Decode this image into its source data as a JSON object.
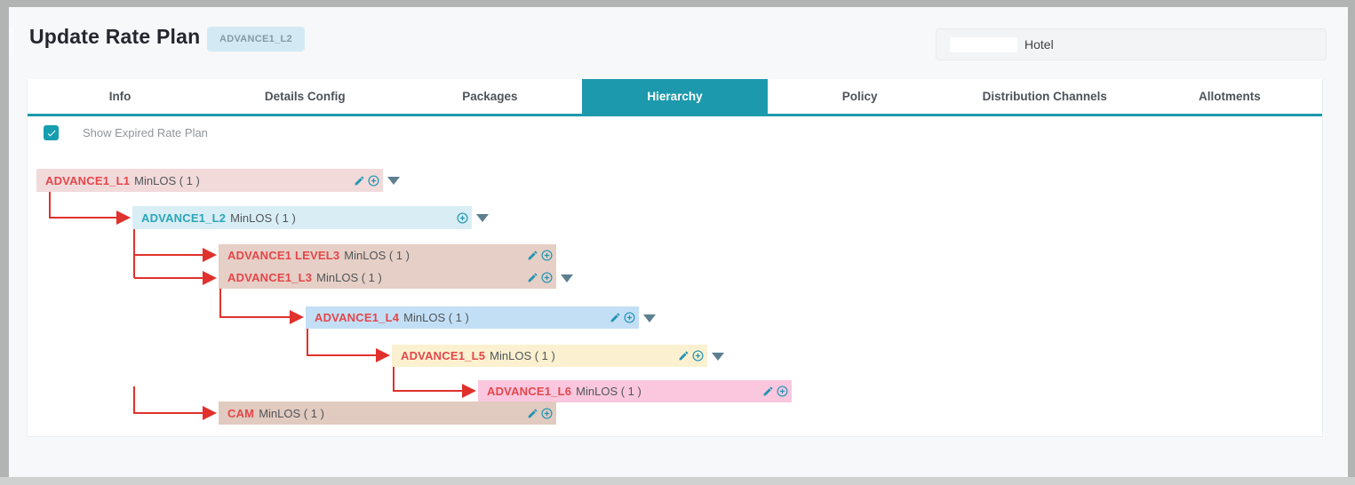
{
  "header": {
    "title": "Update Rate Plan",
    "badge": "ADVANCE1_L2",
    "hotel_label": "Hotel"
  },
  "tabs": {
    "items": [
      "Info",
      "Details Config",
      "Packages",
      "Hierarchy",
      "Policy",
      "Distribution Channels",
      "Allotments"
    ],
    "active": "Hierarchy"
  },
  "filters": {
    "show_expired_label": "Show Expired Rate Plan",
    "checked": true
  },
  "colors": {
    "accent_teal": "#1c99ac",
    "connector_red": "#e0312d",
    "icon_teal": "#2095b3",
    "caret_gray_blue": "#5d7f90"
  },
  "tree": {
    "meta_suffix": "MinLOS ( 1 )",
    "nodes": [
      {
        "id": "l1",
        "name": "ADVANCE1_L1",
        "name_color": "#e4464a",
        "bg": "#f2dadb",
        "edit": true,
        "add": true,
        "expand": true
      },
      {
        "id": "l2",
        "name": "ADVANCE1_L2",
        "name_color": "#2aa6b9",
        "bg": "#d9edf5",
        "edit": false,
        "add": true,
        "expand": true
      },
      {
        "id": "level3",
        "name": "ADVANCE1 LEVEL3",
        "name_color": "#e4464a",
        "bg": "#e6cfc6",
        "edit": true,
        "add": true,
        "expand": false
      },
      {
        "id": "l3",
        "name": "ADVANCE1_L3",
        "name_color": "#e4464a",
        "bg": "#e6cfc6",
        "edit": true,
        "add": true,
        "expand": true
      },
      {
        "id": "l4",
        "name": "ADVANCE1_L4",
        "name_color": "#e4464a",
        "bg": "#c3dff6",
        "edit": true,
        "add": true,
        "expand": true
      },
      {
        "id": "l5",
        "name": "ADVANCE1_L5",
        "name_color": "#e4464a",
        "bg": "#fbf1d0",
        "edit": true,
        "add": true,
        "expand": true
      },
      {
        "id": "l6",
        "name": "ADVANCE1_L6",
        "name_color": "#e4464a",
        "bg": "#fac7df",
        "edit": true,
        "add": true,
        "expand": false
      },
      {
        "id": "cam",
        "name": "CAM",
        "name_color": "#e4464a",
        "bg": "#e1cabf",
        "edit": true,
        "add": true,
        "expand": false
      }
    ]
  }
}
